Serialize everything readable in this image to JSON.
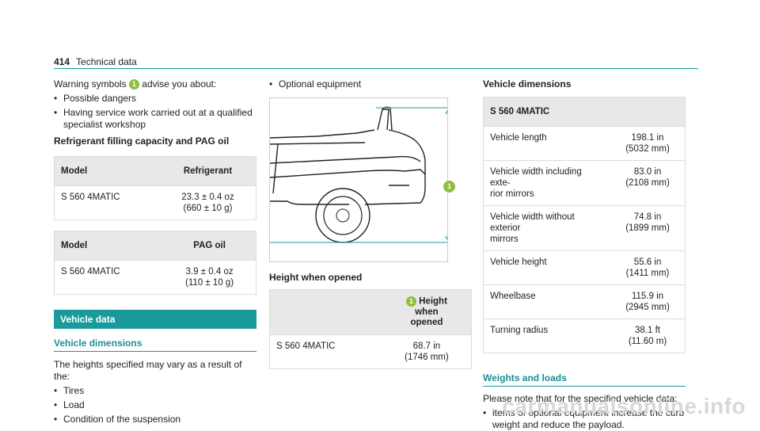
{
  "header": {
    "page_number": "414",
    "section": "Technical data"
  },
  "col1": {
    "intro_pre": "Warning symbols",
    "intro_marker": "1",
    "intro_post": "advise you about:",
    "warnings": [
      "Possible dangers",
      "Having service work carried out at a qualified specialist workshop"
    ],
    "refrig_heading": "Refrigerant filling capacity and PAG oil",
    "refrig_table": {
      "h1": "Model",
      "h2": "Refrigerant",
      "model": "S 560 4MATIC",
      "v1": "23.3 ± 0.4 oz",
      "v2": "(660 ± 10 g)"
    },
    "pag_table": {
      "h1": "Model",
      "h2": "PAG oil",
      "model": "S 560 4MATIC",
      "v1": "3.9 ± 0.4 oz",
      "v2": "(110 ± 10 g)"
    },
    "vehicle_data_bar": "Vehicle data",
    "vehicle_dims_heading": "Vehicle dimensions",
    "heights_text": "The heights specified may vary as a result of the:",
    "factors": [
      "Tires",
      "Load",
      "Condition of the suspension"
    ]
  },
  "col2": {
    "optional": "Optional equipment",
    "figure_marker": "1",
    "height_heading": "Height when opened",
    "height_table": {
      "marker": "1",
      "h2a": "Height",
      "h2b": "when",
      "h2c": "opened",
      "model": "S 560 4MATIC",
      "v1": "68.7 in",
      "v2": "(1746 mm)"
    }
  },
  "col3": {
    "heading": "Vehicle dimensions",
    "table_title": "S 560 4MATIC",
    "rows": [
      {
        "l1": "Vehicle length",
        "l2": "",
        "v1": "198.1 in",
        "v2": "(5032 mm)"
      },
      {
        "l1": "Vehicle width including exte-",
        "l2": "rior mirrors",
        "v1": "83.0 in",
        "v2": "(2108 mm)"
      },
      {
        "l1": "Vehicle width without exterior",
        "l2": "mirrors",
        "v1": "74.8 in",
        "v2": "(1899 mm)"
      },
      {
        "l1": "Vehicle height",
        "l2": "",
        "v1": "55.6 in",
        "v2": "(1411 mm)"
      },
      {
        "l1": "Wheelbase",
        "l2": "",
        "v1": "115.9 in",
        "v2": "(2945 mm)"
      },
      {
        "l1": "Turning radius",
        "l2": "",
        "v1": "38.1 ft",
        "v2": "(11.60 m)"
      }
    ],
    "weights_heading": "Weights and loads",
    "weights_text": "Please note that for the specified vehicle data:",
    "weights_bullet": "items of optional equipment increase the curb weight and reduce the payload."
  },
  "footer": {
    "watermark": "carmanualsonline.info"
  }
}
